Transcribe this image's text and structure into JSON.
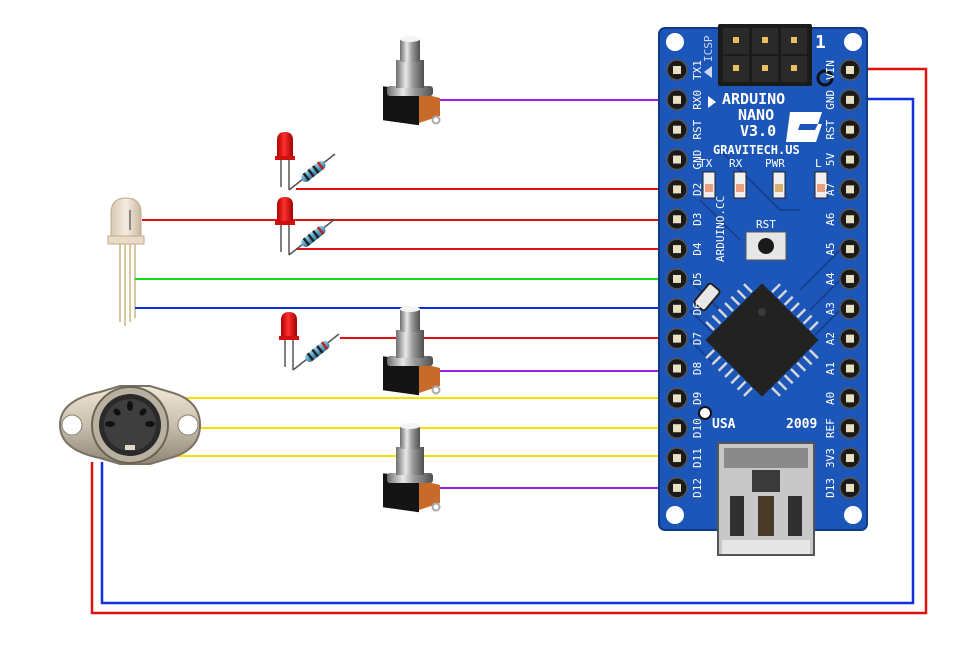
{
  "board": {
    "name": "Arduino Nano",
    "silkscreen": {
      "line1": "ARDUINO",
      "line2": "NANO",
      "line3": "V3.0",
      "maker": "GRAVITECH.US",
      "logo_letter": "G",
      "icsp": "ICSP",
      "icsp_pin1": "1",
      "vertical_site": "ARDUINO.CC",
      "rst_button": "RST",
      "origin": "USA",
      "year": "2009",
      "leds": [
        "TX",
        "RX",
        "PWR",
        "L"
      ]
    },
    "left_pins": [
      "TX1",
      "RX0",
      "RST",
      "GND",
      "D2",
      "D3",
      "D4",
      "D5",
      "D6",
      "D7",
      "D8",
      "D9",
      "D10",
      "D11",
      "D12"
    ],
    "right_pins": [
      "VIN",
      "GND",
      "RST",
      "5V",
      "A7",
      "A6",
      "A5",
      "A4",
      "A3",
      "A2",
      "A1",
      "A0",
      "REF",
      "3V3",
      "D13"
    ],
    "colors": {
      "pcb": "#1c56b8",
      "pcb_dark": "#123f8e",
      "silk": "#ffffff",
      "pin": "#1a1a1a",
      "chip": "#222222"
    }
  },
  "wire_colors": {
    "red": "#e01010",
    "blue": "#1030e0",
    "green": "#10e010",
    "purple": "#9a20e8",
    "yellow": "#f5e000"
  },
  "components": [
    {
      "id": "button-1",
      "type": "pushbutton",
      "pin": "RX0"
    },
    {
      "id": "led-1",
      "type": "red-led-with-resistor",
      "pin": "D2"
    },
    {
      "id": "rgb-led",
      "type": "rgb-led",
      "pins": [
        "D3",
        "D5",
        "D6"
      ]
    },
    {
      "id": "led-2",
      "type": "red-led-with-resistor",
      "pin": "D4"
    },
    {
      "id": "led-3",
      "type": "red-led-with-resistor",
      "pin": "D7"
    },
    {
      "id": "button-2",
      "type": "pushbutton",
      "pin": "D8"
    },
    {
      "id": "midi-jack",
      "type": "5-pin-din-socket",
      "pins": [
        "D9",
        "D10",
        "D11",
        "VIN",
        "GND"
      ]
    },
    {
      "id": "button-3",
      "type": "pushbutton",
      "pin": "D12"
    }
  ],
  "wires": [
    {
      "from": "button-1",
      "to": "RX0",
      "color": "purple"
    },
    {
      "from": "led-1 resistor",
      "to": "D2",
      "color": "red"
    },
    {
      "from": "rgb-led",
      "to": "D3",
      "color": "red"
    },
    {
      "from": "led-2 resistor",
      "to": "D4",
      "color": "red"
    },
    {
      "from": "rgb-led",
      "to": "D5",
      "color": "green"
    },
    {
      "from": "rgb-led",
      "to": "D6",
      "color": "blue"
    },
    {
      "from": "led-3 resistor",
      "to": "D7",
      "color": "red"
    },
    {
      "from": "button-2",
      "to": "D8",
      "color": "purple"
    },
    {
      "from": "midi-jack",
      "to": "D9",
      "color": "yellow"
    },
    {
      "from": "midi-jack",
      "to": "D10",
      "color": "yellow"
    },
    {
      "from": "midi-jack",
      "to": "D11",
      "color": "yellow"
    },
    {
      "from": "button-3",
      "to": "D12",
      "color": "purple"
    },
    {
      "from": "midi-jack",
      "to": "VIN",
      "color": "red"
    },
    {
      "from": "midi-jack",
      "to": "GND",
      "color": "blue"
    }
  ]
}
